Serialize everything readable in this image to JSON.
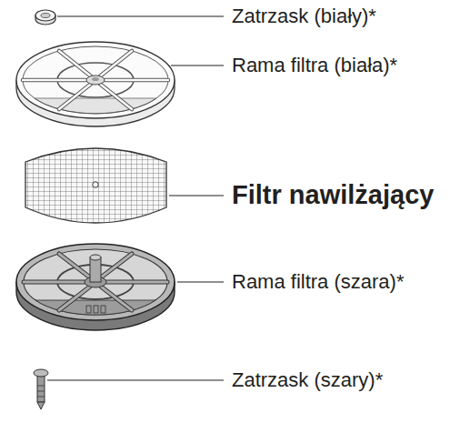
{
  "diagram": {
    "labels": [
      "Zatrzask (biały)*",
      "Rama filtra (biała)*",
      "Filtr nawilżający",
      "Rama filtra (szara)*",
      "Zatrzask (szary)*"
    ]
  }
}
